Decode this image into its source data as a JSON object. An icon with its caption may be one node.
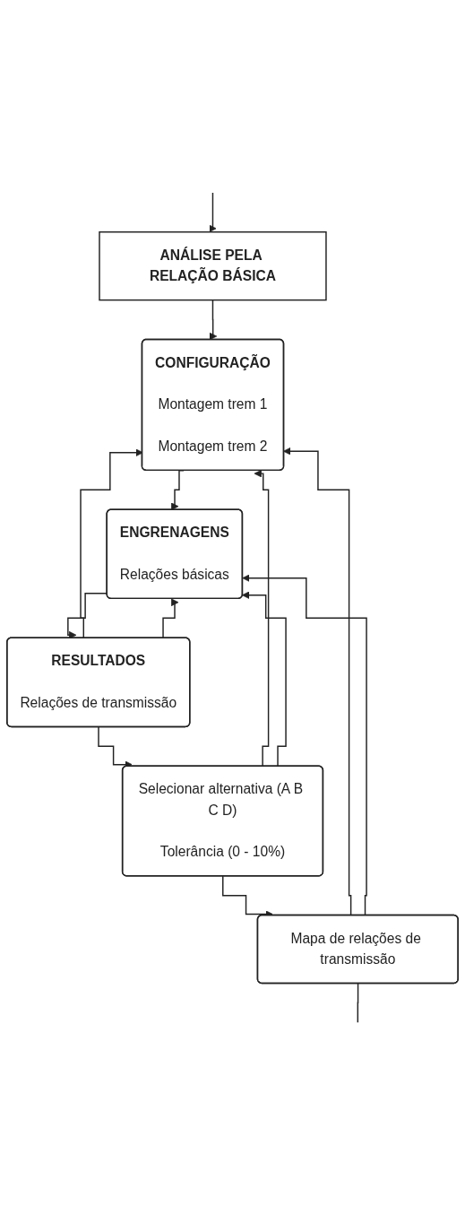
{
  "diagram": {
    "nodes": [
      {
        "text": [
          "ANÁLISE PELA RELAÇÃO BÁSICA"
        ]
      },
      {
        "text": [
          "CONFIGURAÇÃO",
          "Montagem trem 1",
          "Montagem trem 2"
        ]
      },
      {
        "text": [
          "ENGRENAGENS",
          "Relações básicas"
        ]
      },
      {
        "text": [
          "RESULTADOS",
          "Relações de transmissão"
        ]
      },
      {
        "text": [
          "Selecionar alternativa (A B C D)",
          "Tolerância (0 - 10%)"
        ]
      },
      {
        "text": [
          "Mapa de relações de transmissão"
        ]
      }
    ],
    "edges": [
      {
        "from": null,
        "to": 0,
        "arrow": "to"
      },
      {
        "from": 0,
        "to": 1,
        "arrow": "to"
      },
      {
        "from": 1,
        "to": 2,
        "arrow": "to"
      },
      {
        "from": 2,
        "to": 3,
        "arrow": "to"
      },
      {
        "from": 3,
        "to": 4,
        "arrow": "to"
      },
      {
        "from": 4,
        "to": 5,
        "arrow": "to"
      },
      {
        "from": 3,
        "to": 1,
        "arrow": "to"
      },
      {
        "from": 3,
        "to": 2,
        "arrow": "to"
      },
      {
        "from": 4,
        "to": 1,
        "arrow": "to"
      },
      {
        "from": 4,
        "to": 2,
        "arrow": "to"
      },
      {
        "from": 5,
        "to": 1,
        "arrow": "to"
      },
      {
        "from": 5,
        "to": 2,
        "arrow": "to"
      },
      {
        "from": 5,
        "to": null,
        "arrow": "none"
      }
    ]
  }
}
